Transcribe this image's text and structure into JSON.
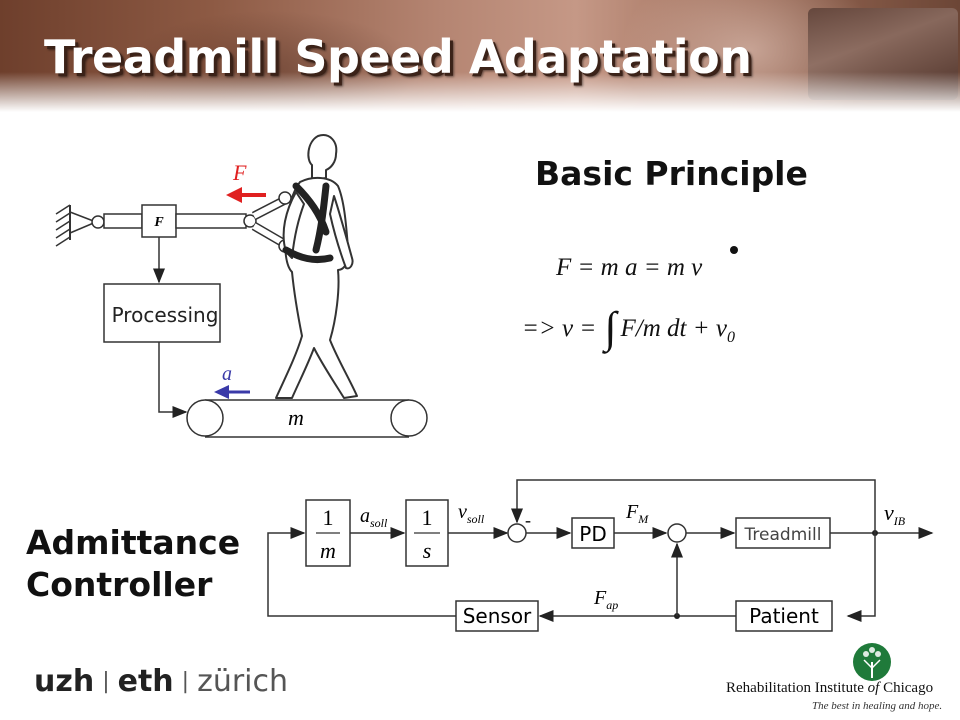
{
  "slide": {
    "title": "Treadmill Speed Adaptation",
    "subtitle": "Basic Principle",
    "equation_line1": "F = m a = m v",
    "equation_line2_prefix": "=>  v = ",
    "equation_integral": "∫",
    "equation_line2_mid": "F/m dt  +  v",
    "equation_line2_sub": "0",
    "controller_label_line1": "Admittance",
    "controller_label_line2": "Controller"
  },
  "mechanical_diagram": {
    "force_label": "F",
    "sensor_label": "F",
    "processing_label": "Processing",
    "accel_label": "a",
    "mass_label": "m",
    "force_arrow_color": "#e02020",
    "accel_arrow_color": "#3a3aa8"
  },
  "block_diagram": {
    "gain_numerator": "1",
    "gain_denominator": "m",
    "a_soll": "a",
    "a_soll_sub": "soll",
    "integrator_numerator": "1",
    "integrator_denominator": "s",
    "v_soll": "v",
    "v_soll_sub": "soll",
    "minus_sign": "-",
    "pd_label": "PD",
    "f_m": "F",
    "f_m_sub": "M",
    "treadmill_label": "Treadmill",
    "v_ib": "v",
    "v_ib_sub": "IB",
    "sensor_label": "Sensor",
    "f_ap": "F",
    "f_ap_sub": "ap",
    "patient_label": "Patient"
  },
  "footer": {
    "uzh": "uzh",
    "eth": "eth",
    "zurich": "zürich",
    "separator": "|",
    "ric_name_prefix": "Rehabilitation Institute ",
    "ric_name_of": "of",
    "ric_name_suffix": " Chicago",
    "ric_tagline": "The best in healing and hope.",
    "ric_color": "#1f7a3a"
  }
}
